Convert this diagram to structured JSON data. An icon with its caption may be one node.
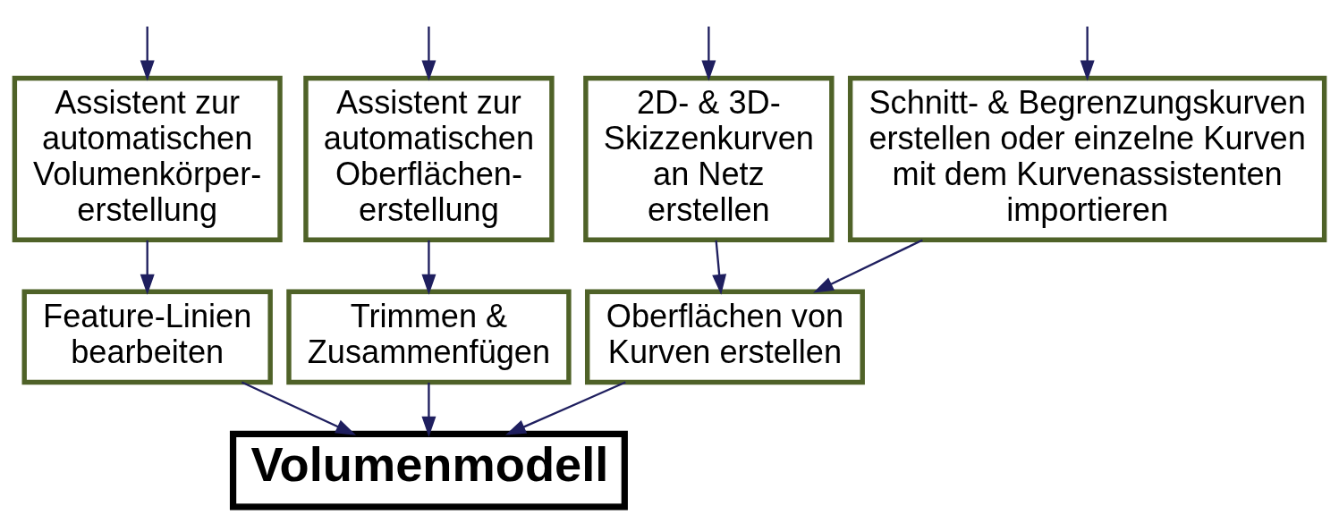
{
  "diagram": {
    "nodes": [
      {
        "text": [
          "Schnitt- & Begrenzungskurven erstellen oder einzelne Kurven mit dem Kurvenassistenten importieren"
        ]
      },
      {
        "text": [
          "2D- & 3D- Skizzenkurven an Netz erstellen"
        ]
      },
      {
        "text": [
          "Assistent zur automatischen Volumenkörper- erstellung"
        ]
      },
      {
        "text": [
          "Assistent zur automatischen Oberflächen- erstellung"
        ]
      },
      {
        "text": [
          "Oberflächen von Kurven erstellen"
        ]
      },
      {
        "text": [
          "Feature-Linien bearbeiten"
        ]
      },
      {
        "text": [
          "Trimmen & Zusammenfügen"
        ]
      },
      {
        "text": [
          "Volumenmodell"
        ]
      }
    ],
    "edges": [
      {
        "from": null,
        "to": 0,
        "arrow": "to"
      },
      {
        "from": null,
        "to": 1,
        "arrow": "to"
      },
      {
        "from": null,
        "to": 2,
        "arrow": "to"
      },
      {
        "from": null,
        "to": 3,
        "arrow": "to"
      },
      {
        "from": 0,
        "to": 4,
        "arrow": "to"
      },
      {
        "from": 1,
        "to": 4,
        "arrow": "to"
      },
      {
        "from": 2,
        "to": 5,
        "arrow": "to"
      },
      {
        "from": 3,
        "to": 6,
        "arrow": "to"
      },
      {
        "from": 4,
        "to": 7,
        "arrow": "to"
      },
      {
        "from": 5,
        "to": 7,
        "arrow": "to"
      },
      {
        "from": 6,
        "to": 7,
        "arrow": "to"
      }
    ]
  }
}
